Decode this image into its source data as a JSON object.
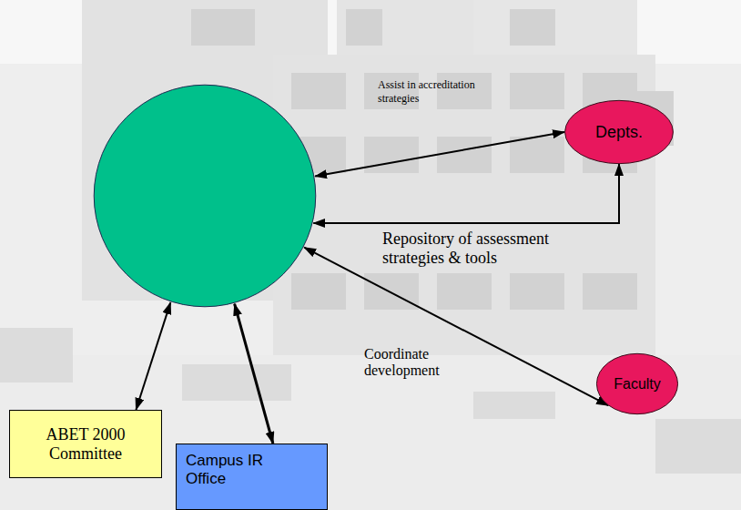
{
  "diagram": {
    "nodes": [
      {
        "text": []
      },
      {
        "text": [
          "Depts."
        ]
      },
      {
        "text": [
          "Faculty"
        ]
      },
      {
        "text": [
          "ABET 2000 Committee"
        ]
      },
      {
        "text": [
          "Campus IR Office"
        ]
      }
    ],
    "edges": [
      {
        "from": 0,
        "to": 1,
        "arrow": "both",
        "label": "Assist in accreditation strategies"
      },
      {
        "from": 0,
        "to": 1,
        "arrow": "both",
        "label": "Repository of assessment strategies & tools"
      },
      {
        "from": 0,
        "to": 2,
        "arrow": "both",
        "label": "Coordinate development"
      },
      {
        "from": 0,
        "to": 3,
        "arrow": "both"
      },
      {
        "from": 0,
        "to": 4,
        "arrow": "both"
      }
    ]
  }
}
